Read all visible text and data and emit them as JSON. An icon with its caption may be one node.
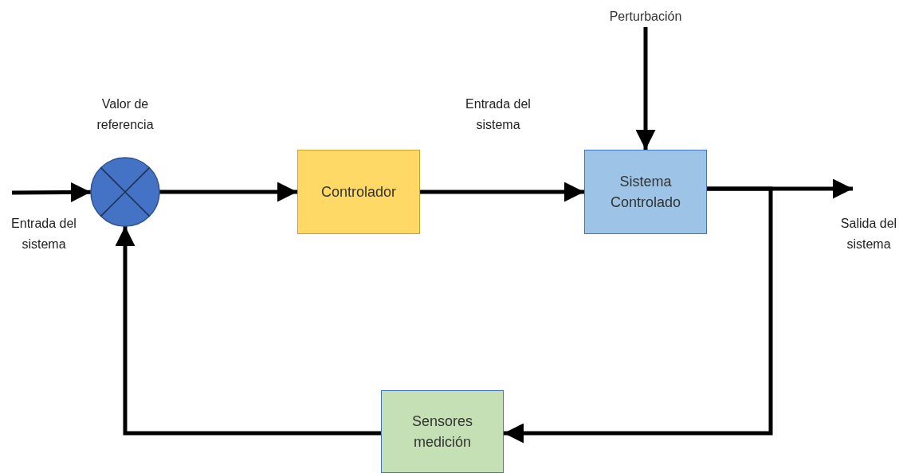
{
  "diagram": {
    "nodes": [
      {
        "text": [
          "Valor de referencia"
        ]
      },
      {
        "text": [
          "Controlador"
        ]
      },
      {
        "text": [
          "Sistema Controlado"
        ]
      },
      {
        "text": [
          "Sensores medición"
        ]
      },
      {
        "text": [
          "Perturbación"
        ]
      }
    ],
    "edges": [
      {
        "from": null,
        "to": 0,
        "arrow": "to"
      },
      {
        "from": 0,
        "to": 1,
        "arrow": "to"
      },
      {
        "from": 1,
        "to": 2,
        "arrow": "to",
        "label": "Entrada del sistema"
      },
      {
        "from": 4,
        "to": 2,
        "arrow": "to"
      },
      {
        "from": 2,
        "to": null,
        "arrow": "to"
      },
      {
        "from": 2,
        "to": 3,
        "arrow": "to"
      },
      {
        "from": 3,
        "to": 0,
        "arrow": "to"
      }
    ],
    "labels": [
      "Entrada del sistema",
      "Salida del sistema"
    ]
  }
}
